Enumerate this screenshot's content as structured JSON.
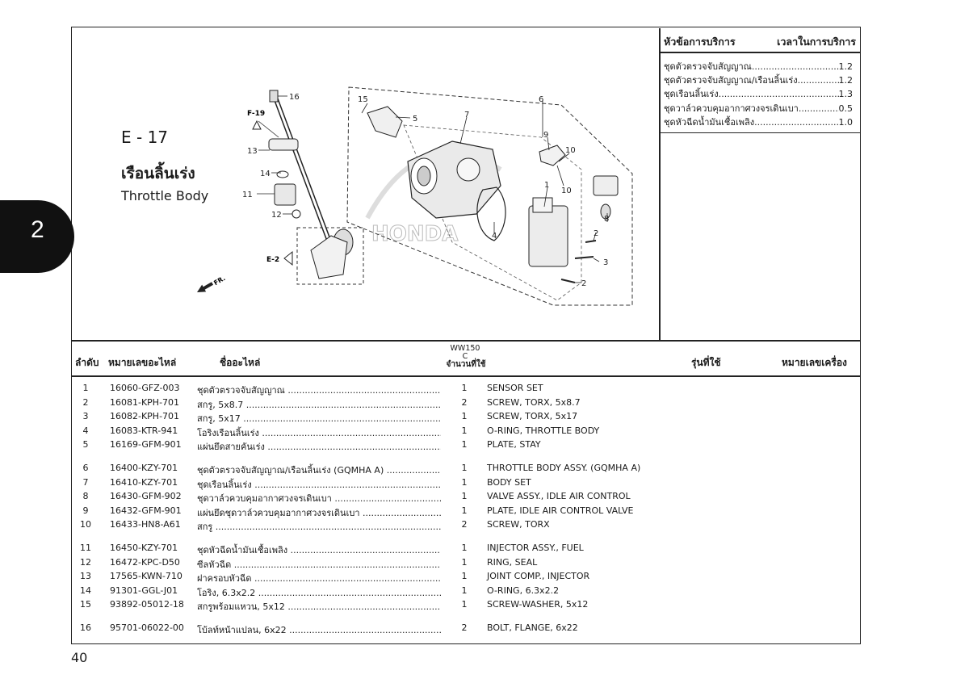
{
  "tab_number": "2",
  "page_number": "40",
  "section_code": "E - 17",
  "title_th": "เรือนลิ้นเร่ง",
  "title_en": "Throttle Body",
  "service_header": {
    "left": "หัวข้อการบริการ",
    "right": "เวลาในการบริการ"
  },
  "service_items": [
    {
      "name": "ชุดตัวตรวจจับสัญญาณ",
      "time": "1.2"
    },
    {
      "name": "ชุดตัวตรวจจับสัญญาณ/เรือนลิ้นเร่ง",
      "time": "1.2"
    },
    {
      "name": "ชุดเรือนลิ้นเร่ง",
      "time": "1.3"
    },
    {
      "name": "ชุดวาล์วควบคุมอากาศวงจรเดินเบา",
      "time": "0.5"
    },
    {
      "name": "ชุดหัวฉีดน้ำมันเชื้อเพลิง",
      "time": "1.0"
    }
  ],
  "diagram": {
    "ref_f19": "F-19",
    "ref_e2": "E-2",
    "fr": "FR.",
    "watermark": "HONDA",
    "callouts": [
      "16",
      "13",
      "14",
      "11",
      "12",
      "15",
      "5",
      "7",
      "6",
      "9",
      "10",
      "10",
      "8",
      "1",
      "4",
      "2",
      "3",
      "2"
    ]
  },
  "table_header": {
    "no": "ลำดับ",
    "part_no": "หมายเลขอะไหล่",
    "name": "ชื่ออะไหล่",
    "model_line1": "WW150",
    "model_line2": "C",
    "qty": "จำนวนที่ใช้",
    "models_used": "รุ่นที่ใช้",
    "engine_no": "หมายเลขเครื่อง"
  },
  "parts": [
    {
      "no": "1",
      "part_no": "16060-GFZ-003",
      "name_th": "ชุดตัวตรวจจับสัญญาณ",
      "qty": "1",
      "name_en": "SENSOR SET"
    },
    {
      "no": "2",
      "part_no": "16081-KPH-701",
      "name_th": "สกรู, 5x8.7",
      "qty": "2",
      "name_en": "SCREW, TORX, 5x8.7"
    },
    {
      "no": "3",
      "part_no": "16082-KPH-701",
      "name_th": "สกรู, 5x17",
      "qty": "1",
      "name_en": "SCREW, TORX, 5x17"
    },
    {
      "no": "4",
      "part_no": "16083-KTR-941",
      "name_th": "โอริงเรือนลิ้นเร่ง",
      "qty": "1",
      "name_en": "O-RING, THROTTLE BODY"
    },
    {
      "no": "5",
      "part_no": "16169-GFM-901",
      "name_th": "แผ่นยึดสายคันเร่ง",
      "qty": "1",
      "name_en": "PLATE, STAY"
    },
    {
      "no": "6",
      "part_no": "16400-KZY-701",
      "name_th": "ชุดตัวตรวจจับสัญญาณ/เรือนลิ้นเร่ง (GQMHA A)",
      "qty": "1",
      "name_en": "THROTTLE BODY ASSY. (GQMHA A)"
    },
    {
      "no": "7",
      "part_no": "16410-KZY-701",
      "name_th": "ชุดเรือนลิ้นเร่ง",
      "qty": "1",
      "name_en": "BODY SET"
    },
    {
      "no": "8",
      "part_no": "16430-GFM-902",
      "name_th": "ชุดวาล์วควบคุมอากาศวงจรเดินเบา",
      "qty": "1",
      "name_en": "VALVE ASSY., IDLE AIR CONTROL"
    },
    {
      "no": "9",
      "part_no": "16432-GFM-901",
      "name_th": "แผ่นยึดชุดวาล์วควบคุมอากาศวงจรเดินเบา",
      "qty": "1",
      "name_en": "PLATE, IDLE AIR CONTROL VALVE"
    },
    {
      "no": "10",
      "part_no": "16433-HN8-A61",
      "name_th": "สกรู",
      "qty": "2",
      "name_en": "SCREW, TORX"
    },
    {
      "no": "11",
      "part_no": "16450-KZY-701",
      "name_th": "ชุดหัวฉีดน้ำมันเชื้อเพลิง",
      "qty": "1",
      "name_en": "INJECTOR ASSY., FUEL"
    },
    {
      "no": "12",
      "part_no": "16472-KPC-D50",
      "name_th": "ซีลหัวฉีด",
      "qty": "1",
      "name_en": "RING, SEAL"
    },
    {
      "no": "13",
      "part_no": "17565-KWN-710",
      "name_th": "ฝาครอบหัวฉีด",
      "qty": "1",
      "name_en": "JOINT COMP., INJECTOR"
    },
    {
      "no": "14",
      "part_no": "91301-GGL-J01",
      "name_th": "โอริง, 6.3x2.2",
      "qty": "1",
      "name_en": "O-RING, 6.3x2.2"
    },
    {
      "no": "15",
      "part_no": "93892-05012-18",
      "name_th": "สกรูพร้อมแหวน, 5x12",
      "qty": "1",
      "name_en": "SCREW-WASHER, 5x12"
    },
    {
      "no": "16",
      "part_no": "95701-06022-00",
      "name_th": "โบ้ลท์หน้าแปลน, 6x22",
      "qty": "2",
      "name_en": "BOLT, FLANGE, 6x22"
    }
  ]
}
